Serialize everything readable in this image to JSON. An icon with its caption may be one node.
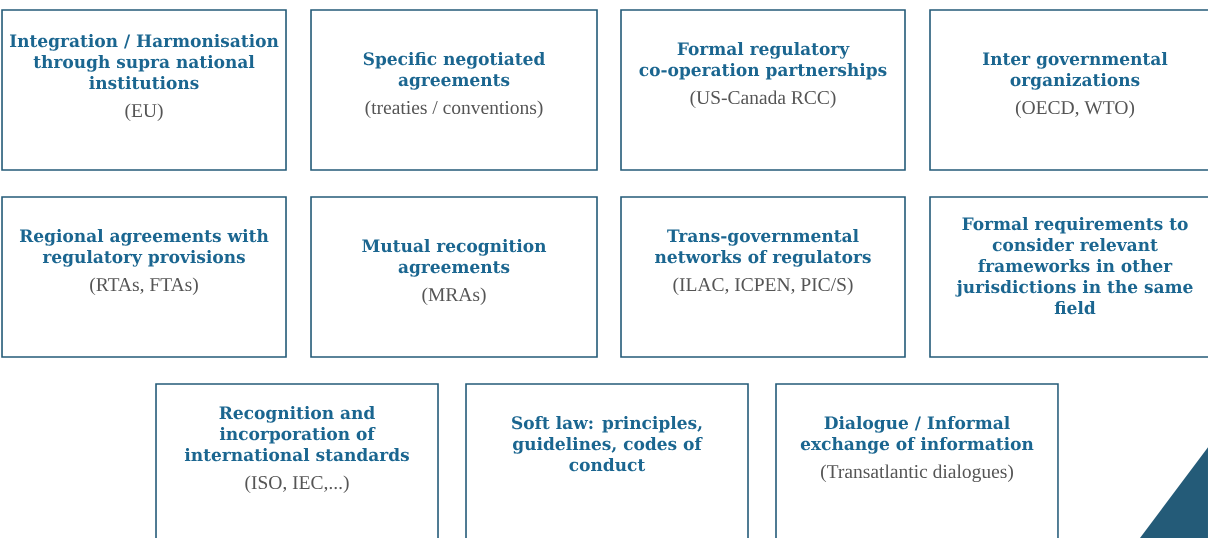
{
  "diagram": {
    "nodes": [
      {
        "text": [
          "Integration / Harmonisation through supra national institutions",
          "(EU)"
        ]
      },
      {
        "text": [
          "Specific negotiated agreements",
          "(treaties / conventions)"
        ]
      },
      {
        "text": [
          "Formal regulatory co-operation partnerships",
          "(US-Canada RCC)"
        ]
      },
      {
        "text": [
          "Inter governmental organizations",
          "(OECD, WTO)"
        ]
      },
      {
        "text": [
          "Regional agreements with regulatory provisions",
          "(RTAs, FTAs)"
        ]
      },
      {
        "text": [
          "Mutual recognition agreements",
          "(MRAs)"
        ]
      },
      {
        "text": [
          "Trans-governmental networks of regulators",
          "(ILAC, ICPEN, PIC/S)"
        ]
      },
      {
        "text": [
          "Formal requirements to consider relevant frameworks in other jurisdictions in the same field"
        ]
      },
      {
        "text": [
          "Recognition and incorporation of international standards",
          "(ISO, IEC,...)"
        ]
      },
      {
        "text": [
          "Soft law: principles, guidelines, codes of conduct"
        ]
      },
      {
        "text": [
          "Dialogue / Informal exchange of information",
          "(Transatlantic dialogues)"
        ]
      }
    ]
  }
}
